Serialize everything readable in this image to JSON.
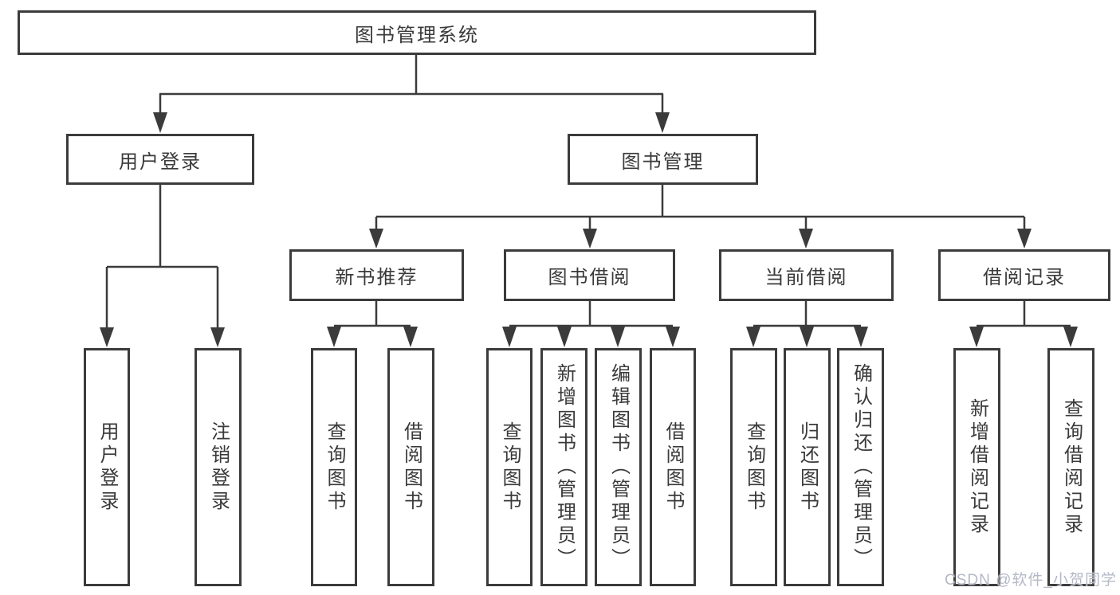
{
  "diagram": {
    "root": {
      "label": "图书管理系统"
    },
    "level2": [
      {
        "label": "用户登录"
      },
      {
        "label": "图书管理"
      }
    ],
    "level3": [
      {
        "label": "新书推荐"
      },
      {
        "label": "图书借阅"
      },
      {
        "label": "当前借阅"
      },
      {
        "label": "借阅记录"
      }
    ],
    "leaves": [
      {
        "label": "用户登录"
      },
      {
        "label": "注销登录"
      },
      {
        "label": "查询图书"
      },
      {
        "label": "借阅图书"
      },
      {
        "label": "查询图书"
      },
      {
        "label": "新增图书（管理员）"
      },
      {
        "label": "编辑图书（管理员）"
      },
      {
        "label": "借阅图书"
      },
      {
        "label": "查询图书"
      },
      {
        "label": "归还图书"
      },
      {
        "label": "确认归还（管理员）"
      },
      {
        "label": "新增借阅记录"
      },
      {
        "label": "查询借阅记录"
      }
    ],
    "colors": {
      "line": "#3b3b3b",
      "text": "#3a3a3a",
      "background": "#ffffff",
      "watermark": "#b4b8c6"
    }
  },
  "watermark": {
    "text": "CSDN @软件_小贺同学"
  }
}
